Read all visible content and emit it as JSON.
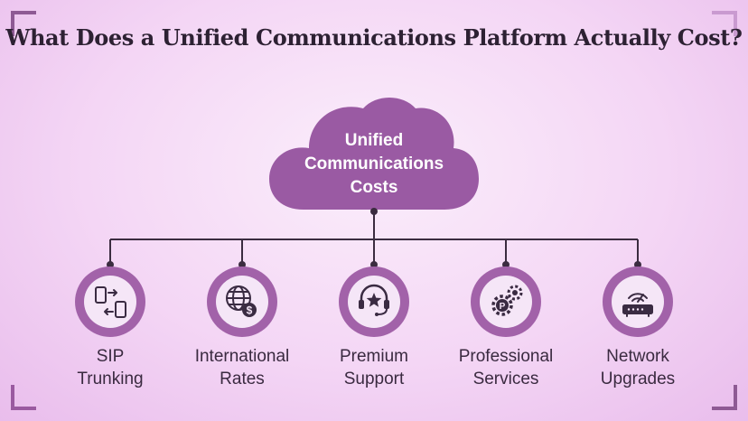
{
  "title": "What Does a Unified Communications Platform Actually Cost?",
  "center": {
    "lines": [
      "Unified",
      "Communications",
      "Costs"
    ]
  },
  "items": [
    {
      "id": "sip-trunking",
      "icon": "phone-transfer-icon",
      "lines": [
        "SIP",
        "Trunking"
      ]
    },
    {
      "id": "international-rates",
      "icon": "globe-dollar-icon",
      "lines": [
        "International",
        "Rates"
      ]
    },
    {
      "id": "premium-support",
      "icon": "headset-star-icon",
      "lines": [
        "Premium",
        "Support"
      ]
    },
    {
      "id": "professional-services",
      "icon": "gears-icon",
      "lines": [
        "Professional",
        "Services"
      ]
    },
    {
      "id": "network-upgrades",
      "icon": "router-icon",
      "lines": [
        "Network",
        "Upgrades"
      ]
    }
  ],
  "colors": {
    "cloud": "#9a5aa3",
    "ring": "#a262a9",
    "inner": "#f5e6f7",
    "icon": "#3a2b42",
    "line": "#3b2c40"
  }
}
